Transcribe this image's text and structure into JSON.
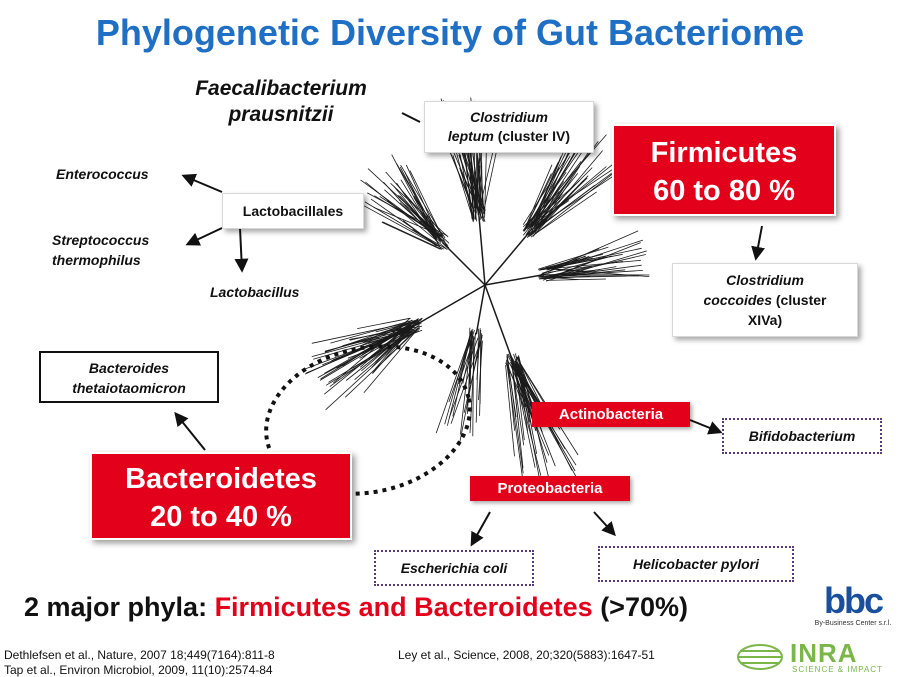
{
  "title": "Phylogenetic Diversity of Gut Bacteriome",
  "labels": {
    "faecalibacterium": [
      "Faecalibacterium",
      "prausnitzii"
    ],
    "enterococcus": "Enterococcus",
    "streptococcus": [
      "Streptococcus",
      "thermophilus"
    ],
    "lactobacillus": "Lactobacillus",
    "lactobacillales": "Lactobacillales",
    "clostridium_leptum": {
      "italic": "Clostridium",
      "italic2": "leptum",
      "rest": " (cluster IV)"
    },
    "clostridium_coccoides": {
      "italic": "Clostridium",
      "italic2": "coccoides",
      "rest": " (cluster",
      "rest2": "XIVa)"
    },
    "bacteroides": [
      "Bacteroides",
      "thetaiotaomicron"
    ],
    "bifidobacterium": "Bifidobacterium",
    "escherichia": "Escherichia coli",
    "helicobacter": "Helicobacter pylori"
  },
  "phyla": {
    "firmicutes": {
      "name": "Firmicutes",
      "range": "60 to 80 %"
    },
    "bacteroidetes": {
      "name": "Bacteroidetes",
      "range": "20 to 40 %"
    },
    "actinobacteria": "Actinobacteria",
    "proteobacteria": "Proteobacteria"
  },
  "summary": {
    "prefix": "2 major phyla: ",
    "highlight": "Firmicutes and Bacteroidetes",
    "suffix": " (>70%)"
  },
  "references": [
    "Dethlefsen et al., Nature, 2007 18;449(7164):811-8",
    "Ley et al., Science, 2008, 20;320(5883):1647-51",
    "Tap et al., Environ Microbiol, 2009, 11(10):2574-84"
  ],
  "logos": {
    "bbc_text": "bbc",
    "bbc_sub": "By-Business Center s.r.l.",
    "inra_text": "INRA",
    "inra_sub": "SCIENCE & IMPACT"
  },
  "colors": {
    "title": "#1f6fc5",
    "accent_red": "#e3001b",
    "tree": "#1a1a1a",
    "dotted_border": "#5a3b7a"
  }
}
